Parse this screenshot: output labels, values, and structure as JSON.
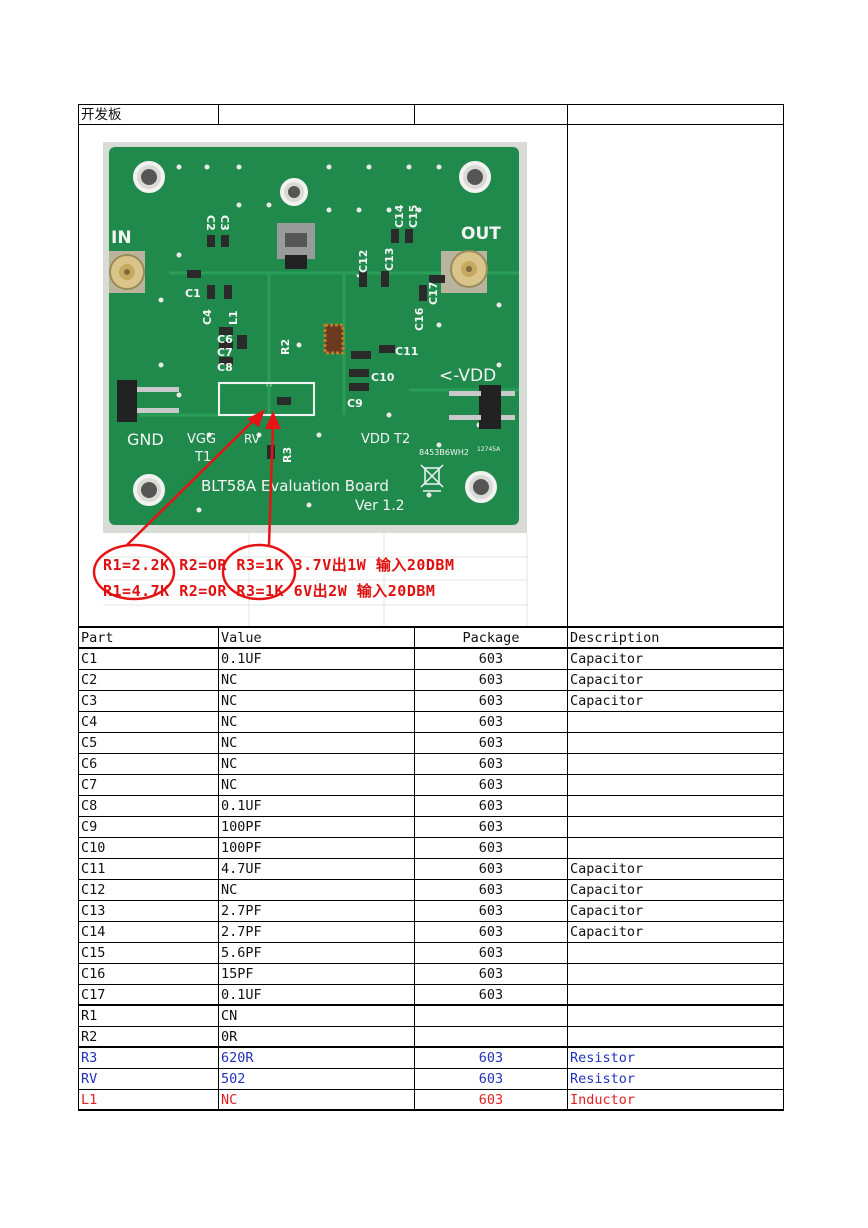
{
  "header": {
    "title": "开发板"
  },
  "board": {
    "silk": {
      "in": "IN",
      "out": "OUT",
      "gnd": "GND",
      "vgg": "VGG",
      "t1": "T1",
      "vdd_arrow": "<-VDD",
      "vdd_t2": "VDD T2",
      "board_name": "BLT58A Evaluation Board",
      "version": "Ver 1.2",
      "c1": "C1",
      "c2": "C2",
      "c3": "C3",
      "c4": "C4",
      "l1": "L1",
      "c6": "C6",
      "c7": "C7",
      "c8": "C8",
      "r2": "R2",
      "r3": "R3",
      "rv": "RV",
      "c9": "C9",
      "c10": "C10",
      "c11": "C11",
      "c12": "C12",
      "c13": "C13",
      "c14": "C14",
      "c15": "C15",
      "c16": "C16",
      "c17": "C17",
      "code": "8453B6WH2",
      "code2": "12745A"
    },
    "notes": [
      "R1=2.2K R2=OR R3=1K 3.7V出1W  输入20DBM",
      "R1=4.7K R2=OR R3=1K 6V出2W  输入20DBM"
    ]
  },
  "table": {
    "headers": [
      "Part",
      " Value",
      "Package",
      "Description"
    ],
    "rows": [
      {
        "part": "C1",
        "value": "0.1UF",
        "package": "603",
        "desc": "Capacitor"
      },
      {
        "part": "C2",
        "value": "NC",
        "package": "603",
        "desc": "Capacitor"
      },
      {
        "part": "C3",
        "value": "NC",
        "package": "603",
        "desc": "Capacitor"
      },
      {
        "part": "C4",
        "value": "NC",
        "package": "603",
        "desc": ""
      },
      {
        "part": "C5",
        "value": "NC",
        "package": "603",
        "desc": ""
      },
      {
        "part": "C6",
        "value": "NC",
        "package": "603",
        "desc": ""
      },
      {
        "part": "C7",
        "value": "NC",
        "package": "603",
        "desc": ""
      },
      {
        "part": "C8",
        "value": "0.1UF",
        "package": "603",
        "desc": ""
      },
      {
        "part": "C9",
        "value": "100PF",
        "package": "603",
        "desc": ""
      },
      {
        "part": "C10",
        "value": "100PF",
        "package": "603",
        "desc": ""
      },
      {
        "part": "C11",
        "value": "4.7UF",
        "package": "603",
        "desc": "Capacitor"
      },
      {
        "part": "C12",
        "value": "NC",
        "package": "603",
        "desc": "Capacitor"
      },
      {
        "part": "C13",
        "value": "2.7PF",
        "package": "603",
        "desc": "Capacitor"
      },
      {
        "part": "C14",
        "value": "2.7PF",
        "package": "603",
        "desc": "Capacitor"
      },
      {
        "part": "C15",
        "value": "5.6PF",
        "package": "603",
        "desc": ""
      },
      {
        "part": "C16",
        "value": "15PF",
        "package": "603",
        "desc": ""
      },
      {
        "part": "C17",
        "value": "0.1UF",
        "package": "603",
        "desc": ""
      },
      {
        "part": "R1",
        "value": "CN",
        "package": "",
        "desc": ""
      },
      {
        "part": "R2",
        "value": "0R",
        "package": "",
        "desc": ""
      },
      {
        "part": "R3",
        "value": "620R",
        "package": "603",
        "desc": "Resistor"
      },
      {
        "part": "RV",
        "value": "502",
        "package": "603",
        "desc": "Resistor"
      },
      {
        "part": "L1",
        "value": "NC",
        "package": "603",
        "desc": "Inductor"
      }
    ],
    "colors": {
      "blue": "#2233bb",
      "red": "#e02020",
      "board": "#1f8a4c"
    }
  }
}
